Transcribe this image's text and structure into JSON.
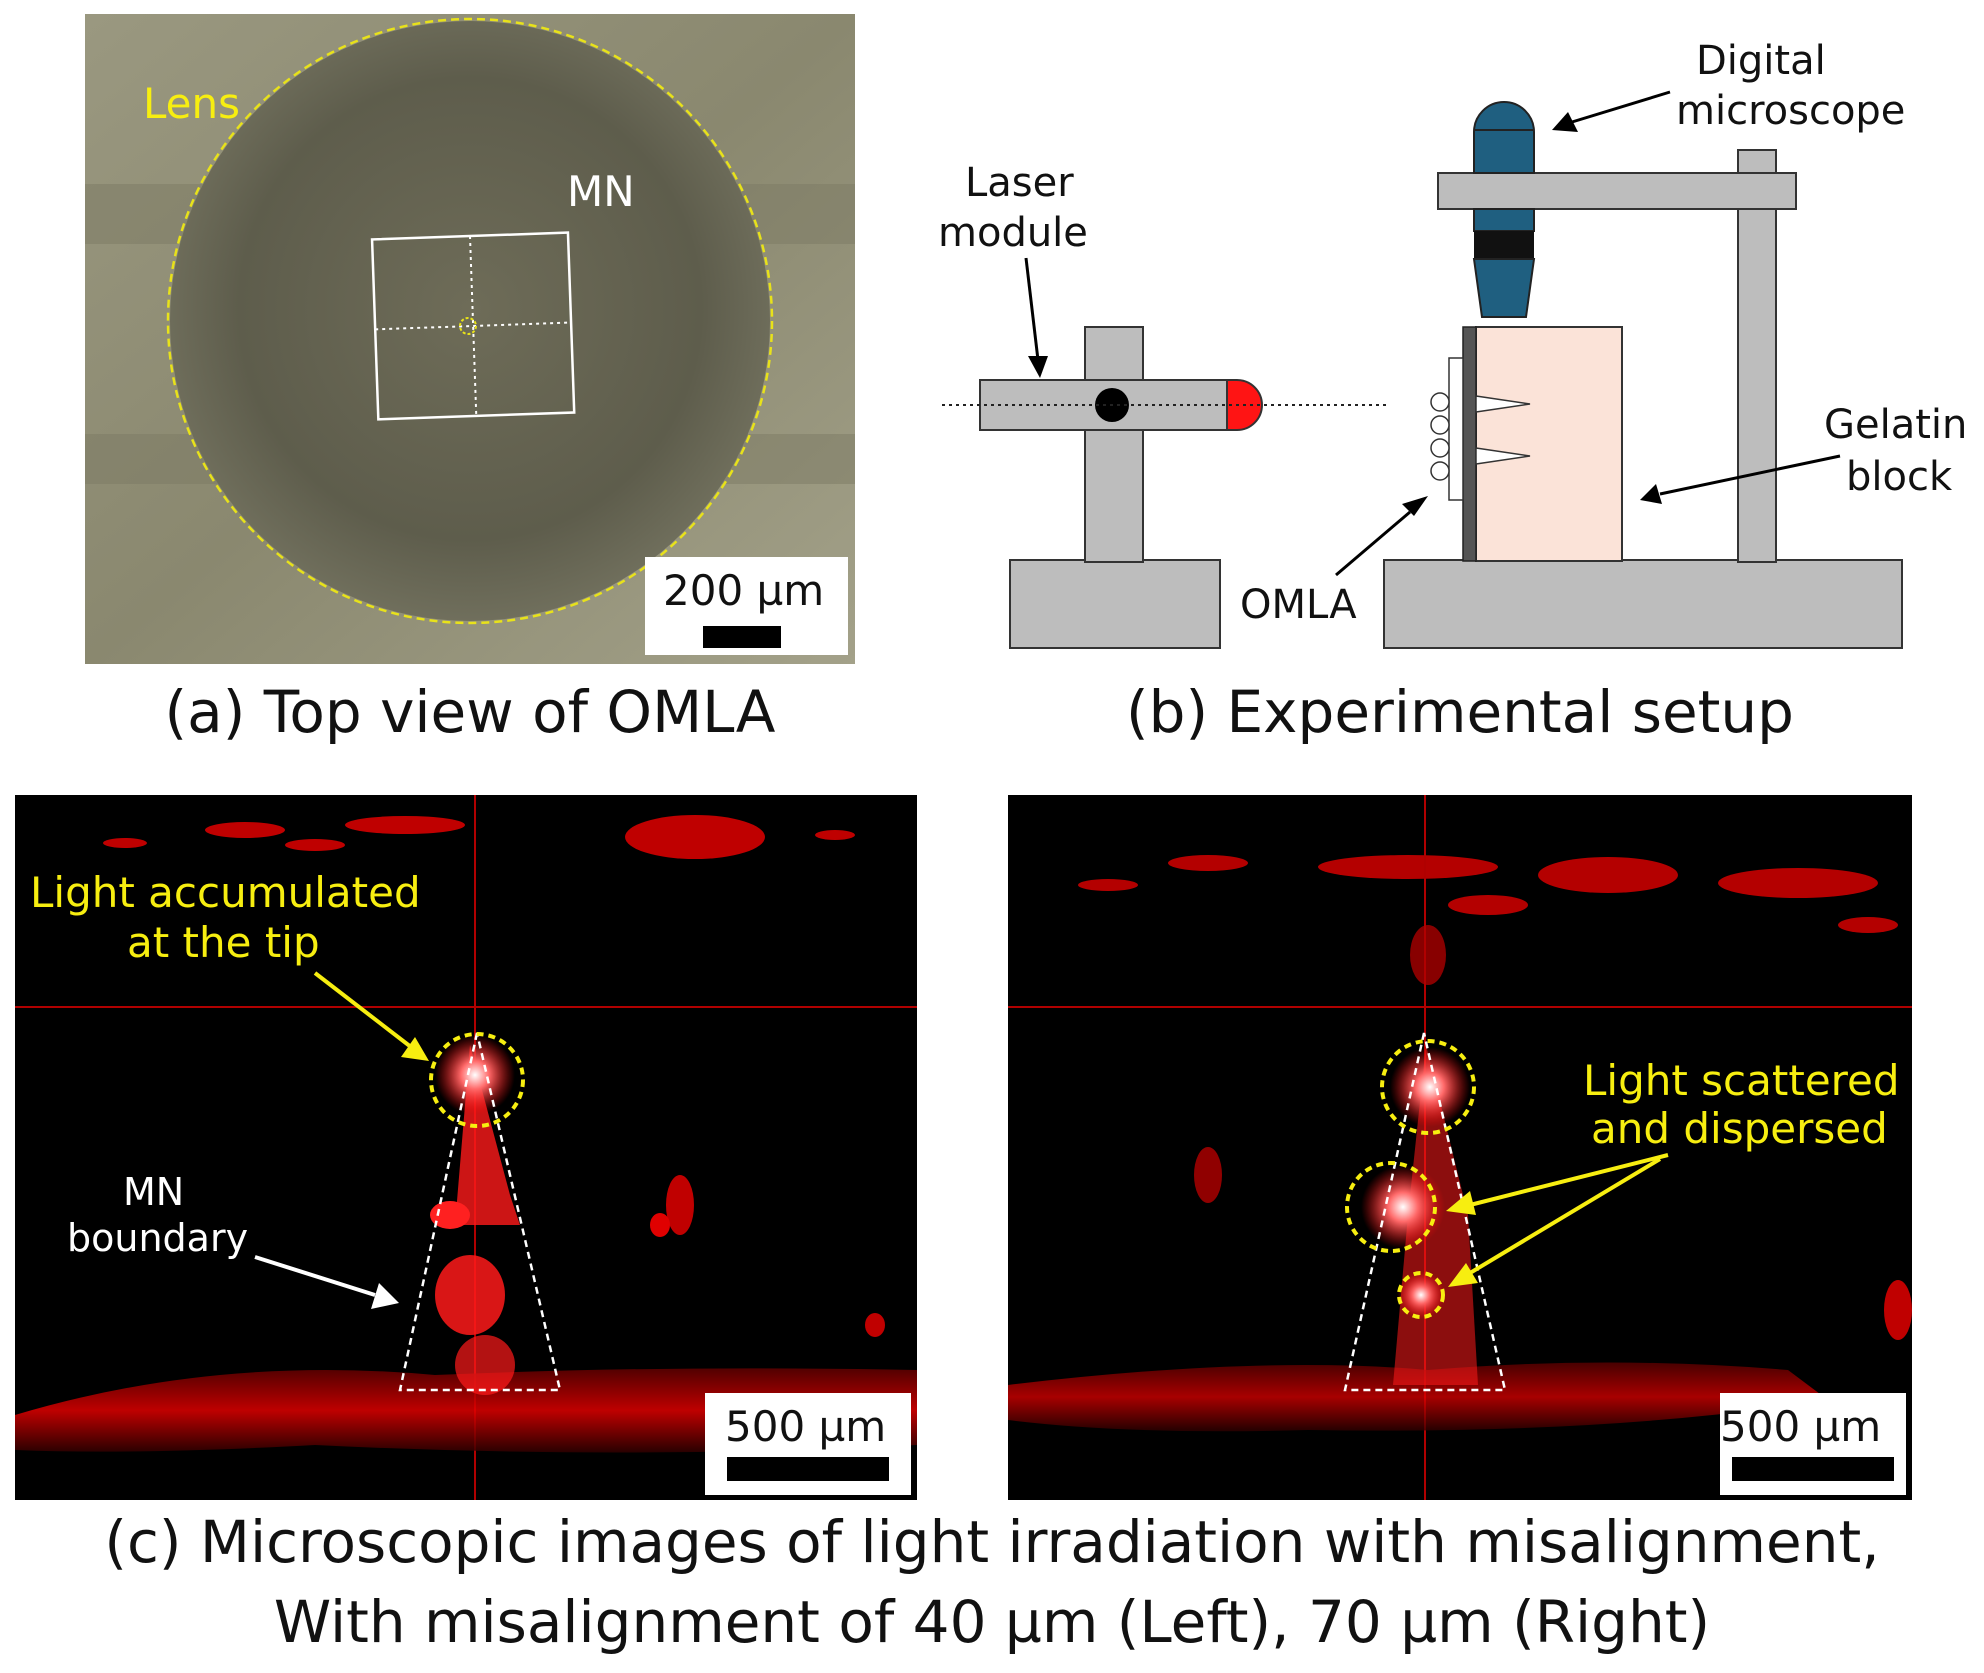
{
  "panel_a": {
    "lens_label": "Lens",
    "mn_label": "MN",
    "scale_text": "200 µm",
    "caption": "(a) Top view of OMLA"
  },
  "panel_b": {
    "laser_module_label": [
      "Laser",
      "module"
    ],
    "digital_microscope_label": [
      "Digital",
      "microscope"
    ],
    "gelatin_block_label": [
      "Gelatin",
      "block"
    ],
    "omla_label": "OMLA",
    "caption": "(b) Experimental setup"
  },
  "panel_c": {
    "left": {
      "annotation_tip": [
        "Light accumulated",
        "at the tip"
      ],
      "annotation_boundary": [
        "MN",
        "boundary"
      ],
      "scale_text": "500 µm"
    },
    "right": {
      "annotation_scatter": [
        "Light scattered",
        "and dispersed"
      ],
      "scale_text": "500 µm"
    },
    "caption_line1": "(c) Microscopic images of light irradiation with misalignment,",
    "caption_line2": "With misalignment of 40 µm (Left), 70 µm (Right)"
  },
  "colors": {
    "annotation_yellow": "#f7ee10",
    "laser_red": "#ff1414",
    "microscope_blue": "#1f5f80",
    "apparatus_gray": "#bdbdbd",
    "gelatin": "#fbe3d8"
  }
}
